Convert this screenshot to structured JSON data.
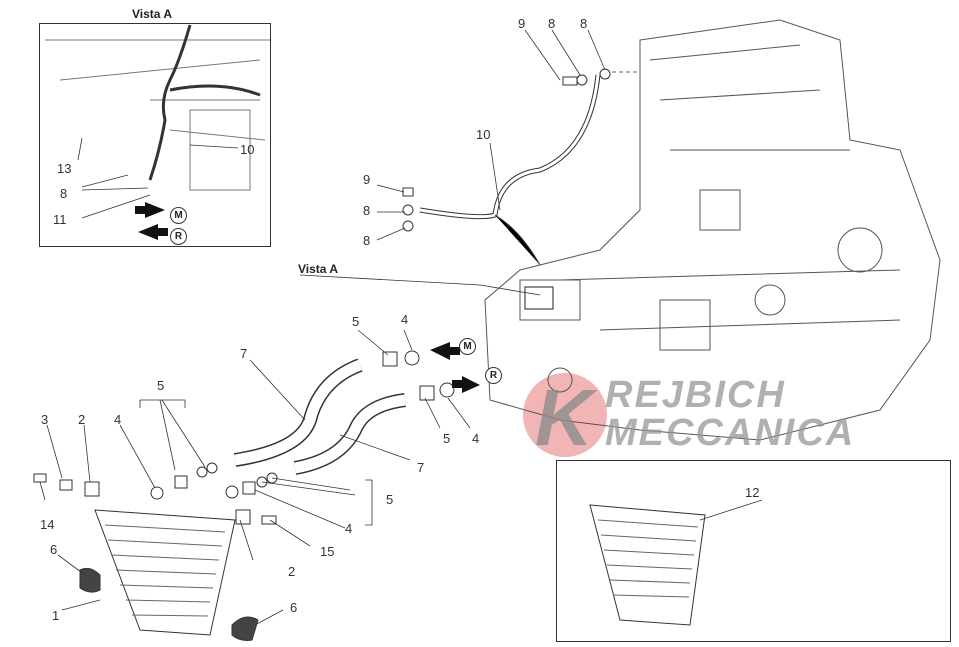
{
  "inset_top": {
    "title": "Vista A",
    "labels": [
      "13",
      "8",
      "11",
      "10"
    ],
    "markers": [
      "M",
      "R"
    ]
  },
  "main": {
    "view_label": "Vista A",
    "labels": {
      "n9a": "9",
      "n8a": "8",
      "n8b": "8",
      "n10": "10",
      "n9b": "9",
      "n8c": "8",
      "n8d": "8",
      "n5a": "5",
      "n4a": "4",
      "n7a": "7",
      "n5b": "5",
      "n4b": "4",
      "n7b": "7",
      "n5c": "5",
      "n3": "3",
      "n2a": "2",
      "n4c": "4",
      "n14": "14",
      "n6a": "6",
      "n1": "1",
      "n2b": "2",
      "n15": "15",
      "n4d": "4",
      "n5d": "5",
      "n6b": "6"
    },
    "markers": [
      "M",
      "R"
    ]
  },
  "inset_bottom": {
    "label": "12"
  },
  "watermark": {
    "line1": "REJBICH",
    "line2": "MECCANICA",
    "initial": "K"
  },
  "colors": {
    "watermark_red": "#e88a8a",
    "watermark_gray": "#9a9a9a",
    "line": "#333333"
  }
}
